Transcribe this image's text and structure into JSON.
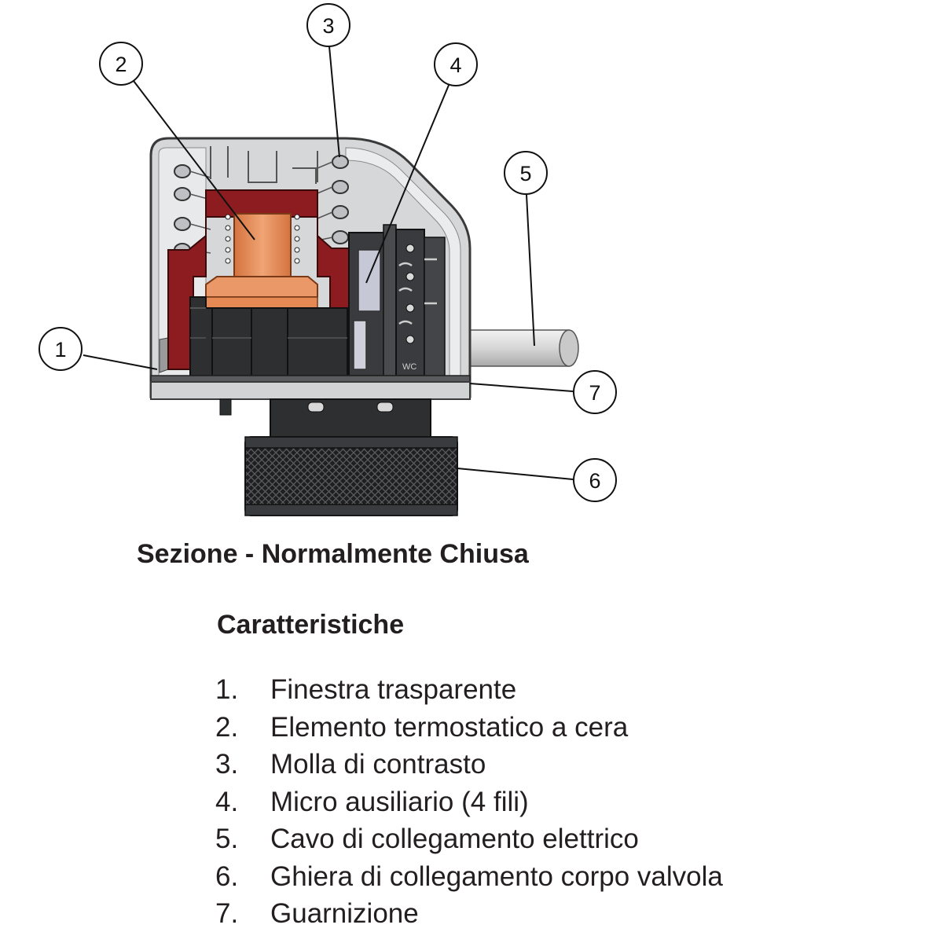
{
  "diagram": {
    "callouts": [
      {
        "id": "1",
        "label": "1"
      },
      {
        "id": "2",
        "label": "2"
      },
      {
        "id": "3",
        "label": "3"
      },
      {
        "id": "4",
        "label": "4"
      },
      {
        "id": "5",
        "label": "5"
      },
      {
        "id": "6",
        "label": "6"
      },
      {
        "id": "7",
        "label": "7"
      }
    ],
    "colors": {
      "housing": "#d4d5d7",
      "housing_outline": "#3a3a3a",
      "wax_body": "#8c1c1f",
      "copper": "#e39060",
      "dark_plastic": "#2e2f31",
      "cable": "#dcdcdc"
    }
  },
  "caption": "Sezione - Normalmente Chiusa",
  "features": {
    "title": "Caratteristiche",
    "items": [
      {
        "num": "1.",
        "text": "Finestra trasparente"
      },
      {
        "num": "2.",
        "text": "Elemento termostatico a cera"
      },
      {
        "num": "3.",
        "text": "Molla di contrasto"
      },
      {
        "num": "4.",
        "text": "Micro ausiliario (4 fili)"
      },
      {
        "num": "5.",
        "text": "Cavo di collegamento elettrico"
      },
      {
        "num": "6.",
        "text": "Ghiera di collegamento corpo valvola"
      },
      {
        "num": "7.",
        "text": "Guarnizione"
      }
    ]
  }
}
